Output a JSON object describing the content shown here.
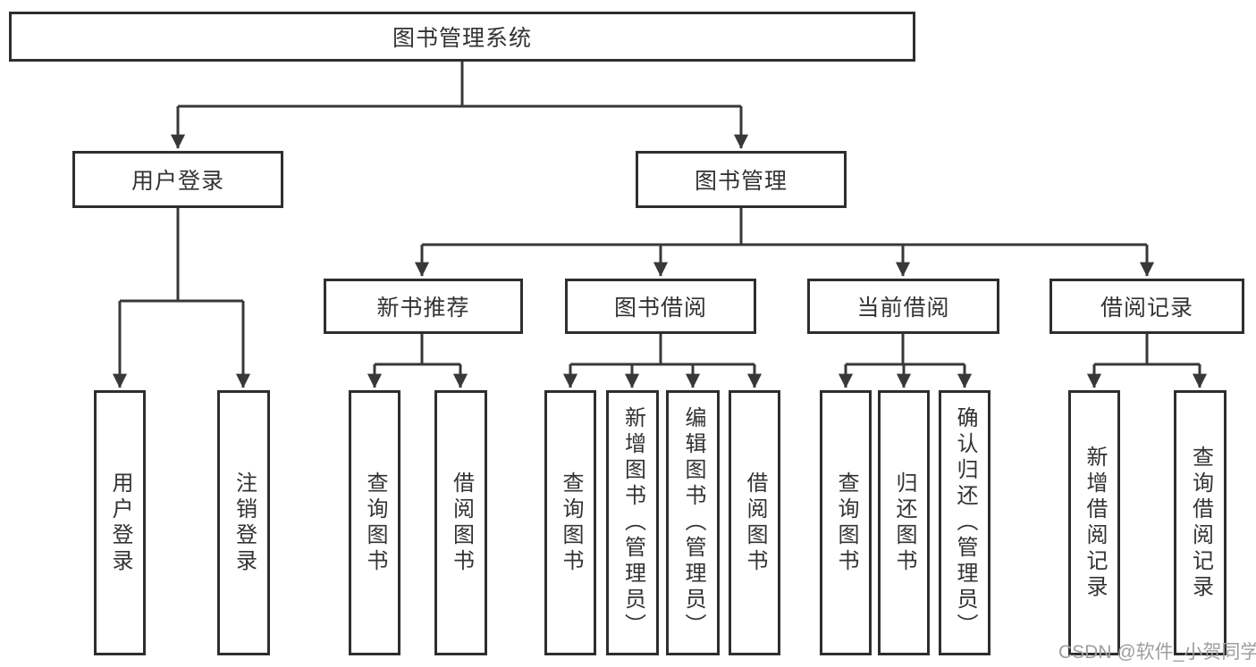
{
  "colors": {
    "line": "#383838",
    "box_border": "#2e2e2e",
    "text": "#333333",
    "watermark": "#9e9e9e",
    "background": "#ffffff"
  },
  "watermark": "CSDN @软件_小贺同学",
  "chart_data": {
    "type": "tree-diagram",
    "title": "图书管理系统"
  },
  "tree": {
    "label": "图书管理系统",
    "children": [
      {
        "label": "用户登录",
        "children": [
          {
            "label": "用户登录"
          },
          {
            "label": "注销登录"
          }
        ]
      },
      {
        "label": "图书管理",
        "children": [
          {
            "label": "新书推荐",
            "children": [
              {
                "label": "查询图书"
              },
              {
                "label": "借阅图书"
              }
            ]
          },
          {
            "label": "图书借阅",
            "children": [
              {
                "label": "查询图书"
              },
              {
                "label": "新增图书（管理员）"
              },
              {
                "label": "编辑图书（管理员）"
              },
              {
                "label": "借阅图书"
              }
            ]
          },
          {
            "label": "当前借阅",
            "children": [
              {
                "label": "查询图书"
              },
              {
                "label": "归还图书"
              },
              {
                "label": "确认归还（管理员）"
              }
            ]
          },
          {
            "label": "借阅记录",
            "children": [
              {
                "label": "新增借阅记录"
              },
              {
                "label": "查询借阅记录"
              }
            ]
          }
        ]
      }
    ]
  }
}
